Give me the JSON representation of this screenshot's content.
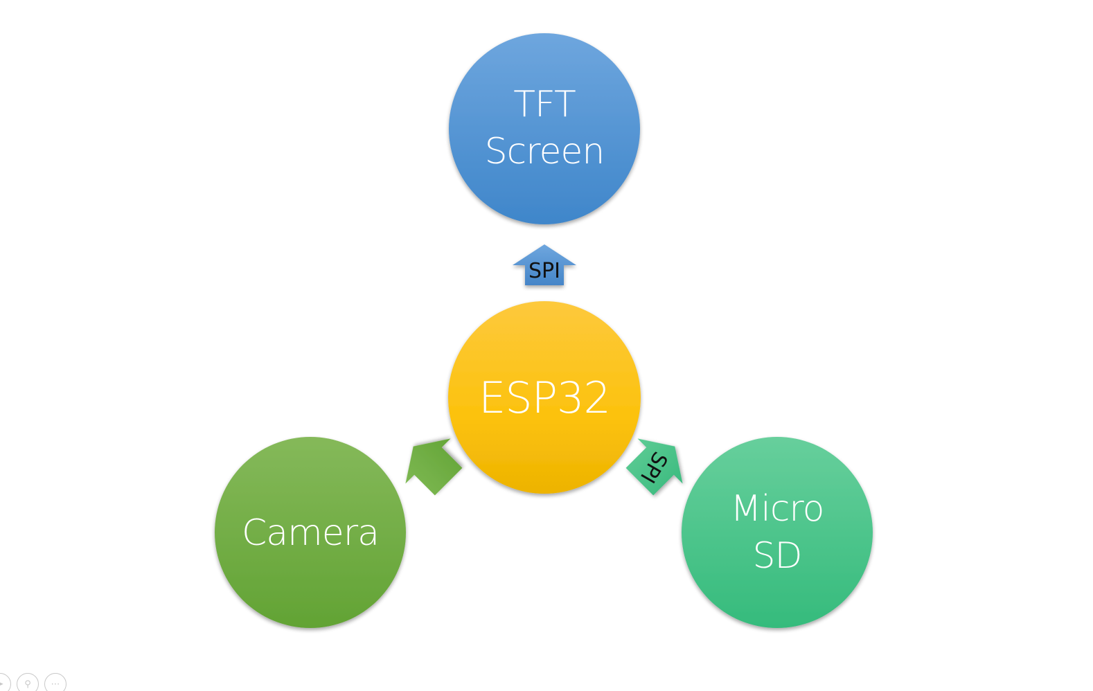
{
  "nodes": {
    "tft": {
      "line1": "TFT",
      "line2": "Screen"
    },
    "esp32": {
      "label": "ESP32"
    },
    "camera": {
      "label": "Camera"
    },
    "microsd": {
      "line1": "Micro",
      "line2": "SD"
    }
  },
  "edges": {
    "esp32_to_tft": {
      "label": "SPI"
    },
    "esp32_to_microsd": {
      "label": "SPI"
    },
    "esp32_to_camera": {
      "label": ""
    }
  },
  "colors": {
    "tft": "#4f8fd2",
    "esp32": "#fcc21a",
    "camera": "#74ad46",
    "microsd": "#47c485"
  },
  "icons": [
    "pointer-icon",
    "search-icon",
    "menu-icon"
  ]
}
